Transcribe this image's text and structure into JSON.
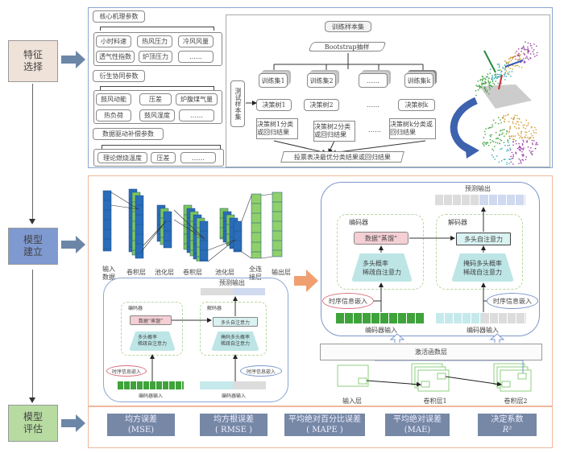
{
  "stages": {
    "feature": {
      "label": "特征\n选择",
      "color": "#efe2d9"
    },
    "model": {
      "label": "模型\n建立",
      "color": "#7f9ad1"
    },
    "eval": {
      "label": "模型\n评估",
      "color": "#b7dba1"
    }
  },
  "feature_selection": {
    "groups": [
      {
        "title": "核心机理参数",
        "items": [
          "小时料速",
          "热风压力",
          "冷风风量",
          "透气性指数",
          "炉顶压力",
          "……"
        ]
      },
      {
        "title": "衍生协同参数",
        "items": [
          "鼓风动能",
          "压差",
          "炉腹煤气量",
          "热负荷",
          "鼓风湿度",
          "……"
        ]
      },
      {
        "title": "数据驱动补偿参数",
        "items": [
          "理论燃烧温度",
          "压差",
          "……"
        ]
      }
    ],
    "random_forest": {
      "training_set": "训练样本集",
      "bootstrap": "Bootstrap抽样",
      "test_set": "测试样本集",
      "subsets": [
        "训练集1",
        "训练集2",
        "……",
        "训练集k"
      ],
      "trees": [
        "决策树1",
        "决策树2",
        "……",
        "决策树k"
      ],
      "results": [
        "决策树1分类或回归结果",
        "决策树2分类或回归结果",
        "……",
        "决策树k分类或回归结果"
      ],
      "vote": "投票表决最优分类结果或回归结果"
    }
  },
  "model_building": {
    "cnn": {
      "labels": [
        "输入\n数据",
        "卷积层",
        "池化层",
        "卷积层",
        "池化层",
        "全连\n接层",
        "输出层"
      ]
    },
    "transformer": {
      "output": "预测输出",
      "encoder": "编码器",
      "decoder": "解码器",
      "distill": "数据“蒸馏”",
      "enc_attention": "多头概率\n稀疏自注意力",
      "dec_masked_attention": "掩码多头概率\n稀疏自注意力",
      "dec_attention": "多头自注意力",
      "time_embed": "时序信息嵌入",
      "enc_input": "编码器输入",
      "dec_input": "编码器输入"
    },
    "activation_layer": "激活函数层",
    "tcn": {
      "input": "输入层",
      "conv1": "卷积层1",
      "conv2": "卷积层2"
    }
  },
  "evaluation": {
    "metrics": [
      {
        "name": "均方误差",
        "abbr": "(MSE)"
      },
      {
        "name": "均方根误差",
        "abbr": "( RMSE )"
      },
      {
        "name": "平均绝对百分比误差",
        "abbr": "( MAPE )"
      },
      {
        "name": "平均绝对误差",
        "abbr": "(MAE)"
      },
      {
        "name": "决定系数",
        "abbr": "R²"
      }
    ]
  }
}
